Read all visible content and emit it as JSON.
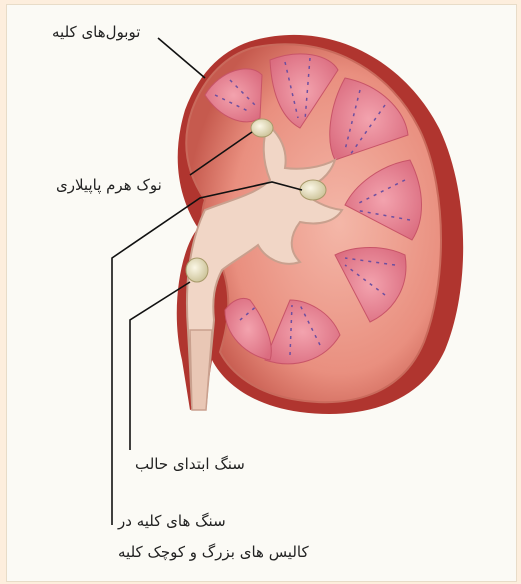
{
  "labels": {
    "tubules": "توبول‌های کلیه",
    "papilla_tip": "نوک هرم پاپیلاری",
    "ureter_stone": "سنگ ابتدای حالب",
    "calyx_stones_line1": "سنگ های کلیه در",
    "calyx_stones_line2": "کالیس های بزرگ و کوچک کلیه"
  }
}
